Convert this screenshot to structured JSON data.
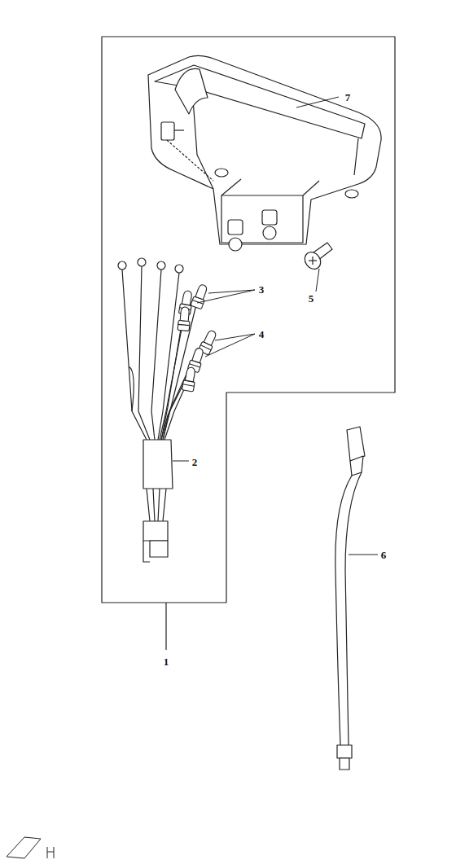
{
  "diagram": {
    "labels": [
      "7",
      "3",
      "5",
      "4",
      "2",
      "6",
      "1"
    ]
  }
}
